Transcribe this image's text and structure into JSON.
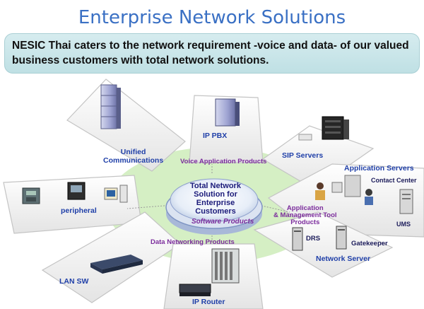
{
  "title": "Enterprise Network Solutions",
  "banner": "NESIC Thai caters to the network requirement  -voice and data- of our valued business customers with total network solutions.",
  "hub": {
    "line1": "Total Network",
    "line2": "Solution for",
    "line3": "Enterprise Customers"
  },
  "software_products": "Software Products",
  "segments": {
    "unified": {
      "line1": "Unified",
      "line2": "Communications"
    },
    "ippbx": "IP PBX",
    "sip": "SIP Servers",
    "appservers": "Application Servers",
    "contact_center": "Contact Center",
    "ums": "UMS",
    "peripheral": "peripheral",
    "lansw": "LAN SW",
    "iprouter": "IP Router",
    "network_server": "Network Server",
    "drs": "DRS",
    "gatekeeper": "Gatekeeper"
  },
  "ring_labels": {
    "voice_app": "Voice Application Products",
    "data_net": "Data Networking Products",
    "app_mgmt": {
      "line1": "Application",
      "line2": "& Management Tool",
      "line3": "Products"
    }
  }
}
